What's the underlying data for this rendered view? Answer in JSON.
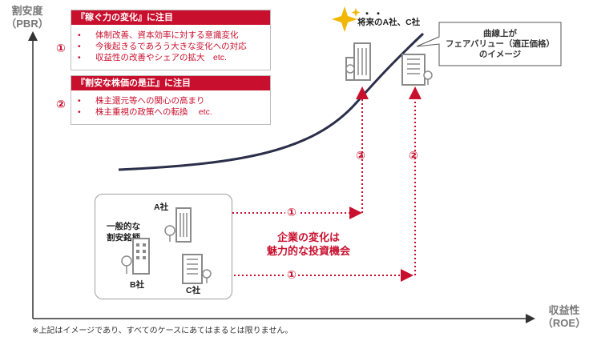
{
  "axes": {
    "y_label": "割安度",
    "y_sub": "（PBR）",
    "x_label": "収益性",
    "x_sub": "（ROE）"
  },
  "box1": {
    "number": "①",
    "title": "『稼ぐ力の変化』に注目",
    "items": [
      "体制改善、資本効率に対する意識変化",
      "今後起きるであろう大きな変化への対応",
      "収益性の改善やシェアの拡大　etc."
    ]
  },
  "box2": {
    "number": "②",
    "title": "『割安な株価の是正』に注目",
    "items": [
      "株主還元等への関心の高まり",
      "株主重視の政策への転換　 etc."
    ]
  },
  "top": {
    "future": "将来のA社、C社",
    "dots": "・・",
    "callout": [
      "曲線上が",
      "フェアバリュー（適正価格）",
      "のイメージ"
    ]
  },
  "group": {
    "general": [
      "一般的な",
      "割安銘柄"
    ],
    "company_a": "A社",
    "company_b": "B社",
    "company_c": "C社"
  },
  "markers": {
    "one": "①",
    "two": "②"
  },
  "message": [
    "企業の変化は",
    "魅力的な投資機会"
  ],
  "footnote": "※上記はイメージであり、すべてのケースにあてはまるとは限りません。",
  "colors": {
    "accent": "#c8102e",
    "icon_gray": "#8a8a8a",
    "axis": "#333333"
  }
}
